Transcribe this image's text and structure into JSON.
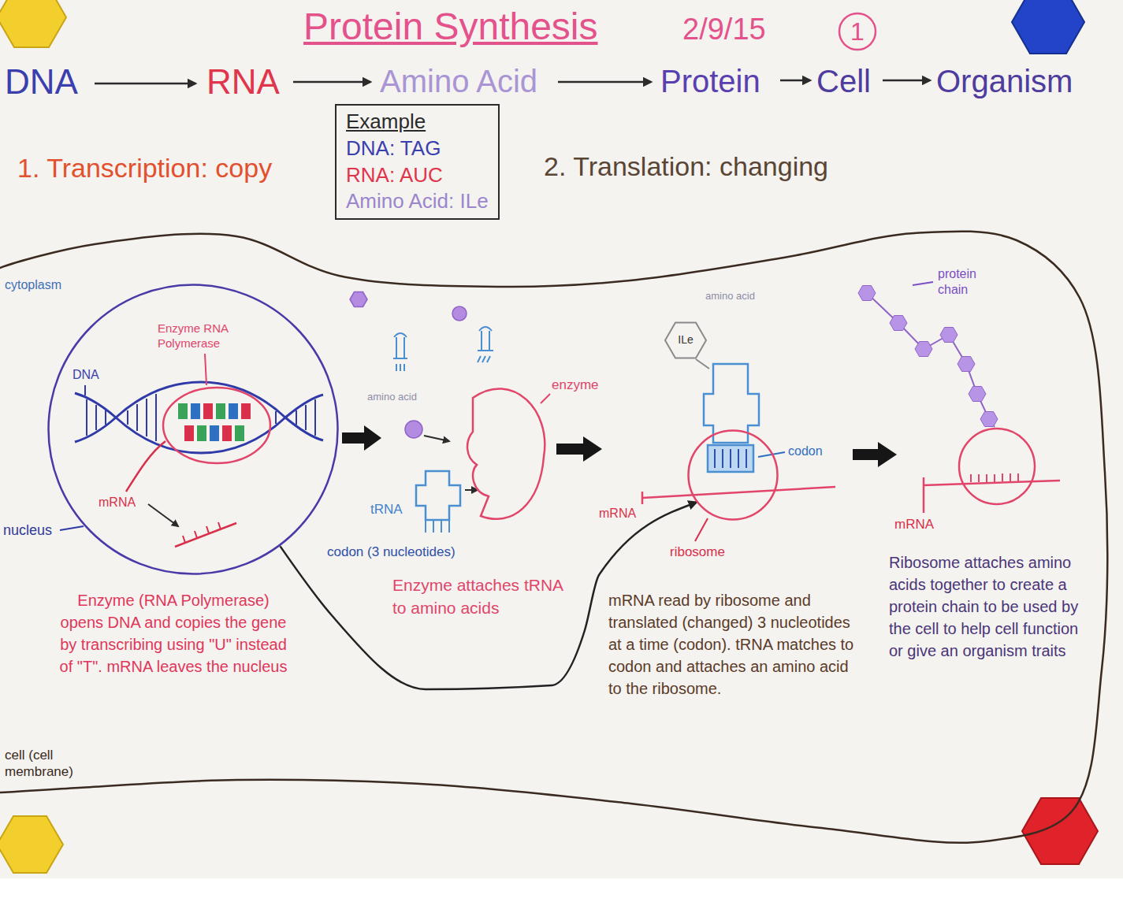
{
  "diagram": {
    "title": "Protein Synthesis",
    "nodes": [
      {
        "text": [
          "Example",
          "DNA: TAG",
          "RNA: AUC",
          "Amino Acid: ILe"
        ]
      },
      {
        "text": [
          "cytoplasm",
          "cell (cell membrane)"
        ]
      },
      {
        "text": [
          "nucleus"
        ],
        "in": 1
      },
      {
        "text": [
          "ribosome"
        ],
        "in": 1
      }
    ],
    "edges": [
      {
        "from": 2,
        "to": 3,
        "arrow": "to"
      }
    ],
    "labels": [
      "2/9/15",
      "1",
      "DNA",
      "RNA",
      "Amino Acid",
      "Protein",
      "Cell",
      "Organism",
      "1. Transcription: copy",
      "2. Translation: changing",
      "DNA",
      "Enzyme RNA Polymerase",
      "mRNA",
      "Enzyme (RNA Polymerase) opens DNA and copies the gene by transcribing using \"U\" instead of \"T\". mRNA leaves the nucleus",
      "amino acid",
      "enzyme",
      "tRNA",
      "codon (3 nucleotides)",
      "Enzyme attaches tRNA to amino acids",
      "amino acid",
      "ILe",
      "codon",
      "mRNA",
      "mRNA read by ribosome and translated (changed) 3 nucleotides at a time (codon). tRNA matches to codon and attaches an amino acid to the ribosome.",
      "protein chain",
      "mRNA",
      "Ribosome attaches amino acids together to create a protein chain to be used by the cell to help cell function or give an organism traits"
    ]
  }
}
